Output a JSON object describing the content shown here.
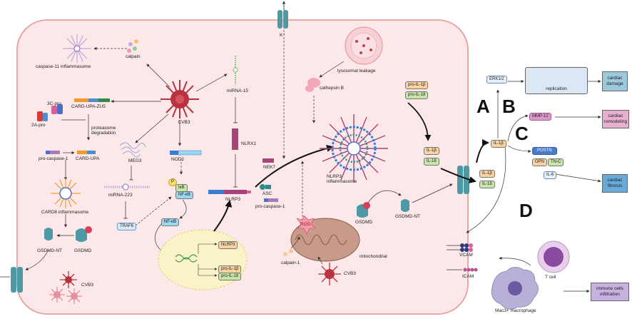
{
  "labels": {
    "caspase11": "caspase-11 inflammasome",
    "calpain": "calpain",
    "k": "K⁺",
    "lysosomal": "lysosomal leakage",
    "cathepsin": "cathepsin B",
    "mirna15": "miRNA-15",
    "cvb3_center": "CVB3",
    "card_upa_zu5": "CARD-UPA-ZU5",
    "c3pro": "3C-pro",
    "a2pro": "2A-pro",
    "proteasome": "proteasome\ndegradation",
    "procasp1_left": "pro-caspase-1",
    "card_upa": "CARD-UPA",
    "meg3": "MEG3",
    "nod2": "NOD2",
    "nlrx1": "NLRX1",
    "nek7": "NEK7",
    "nlrp3_inflammasome": "NLRP3\ninflammasome",
    "card8": "CARD8 inflammasome",
    "mir223": "miRNA-223",
    "traf6": "TRAF6",
    "p": "P",
    "ikb": "IκB",
    "nfkb": "NF-κB",
    "nfkb2": "NF-κB",
    "nlrp3": "NLRP3",
    "asc": "ASC",
    "procasp1_mid": "pro-caspase-1",
    "gsdmd_nt_left": "GSDMD-NT",
    "gsdmd_left": "GSDMD",
    "cvb3_bottom_left": "CVB3",
    "nuc_nlrp3": "NLRP3",
    "nuc_il1b": "pro-IL-1β",
    "nuc_il18": "pro-IL-18",
    "ros": "ROS",
    "calpain1": "calpain-1",
    "mitochondrial": "mitochondrial",
    "cvb3_bottom_mid": "CVB3",
    "gsdmd_mid": "GSDMD",
    "gsdmd_nt_mid": "GSDMD-NT",
    "pro_il1b_top": "pro-IL-1β",
    "pro_il18_top": "pro-IL-18",
    "il1b_in": "IL-1β",
    "il18_in": "IL-18",
    "il1b_out": "IL-1β",
    "il18_out": "IL-18",
    "il1b_right": "IL-1β",
    "erk": "ERK1/2",
    "replication": "replication",
    "cardiac_damage": "cardiac\ndamage",
    "mmp12": "MMP-12",
    "cardiac_remodeling": "cardiac\nremodeling",
    "postn": "POSTN",
    "opn": "OPN",
    "tnc": "TN-C",
    "il6": "IL-6",
    "cardiac_fibrosis": "cardiac\nfibrosis",
    "vcam": "VCAM",
    "icam": "ICAM",
    "tcell": "T cell",
    "mac": "Mac3+ macrophage",
    "immune": "immune cells\ninfiltration",
    "A": "A",
    "B": "B",
    "C": "C",
    "D": "D"
  },
  "colors": {
    "cell_fill": "#fce8e8",
    "cell_border": "#e8a0a0",
    "virus": "#b8323f",
    "nucleus": "#fbf3c8",
    "channel": "#4d9aa6",
    "orange_pill": "#fbd3a0",
    "green_pill": "#c8e6a8",
    "blue_box": "#9cc9dc",
    "pink_box": "#d99ac8"
  }
}
